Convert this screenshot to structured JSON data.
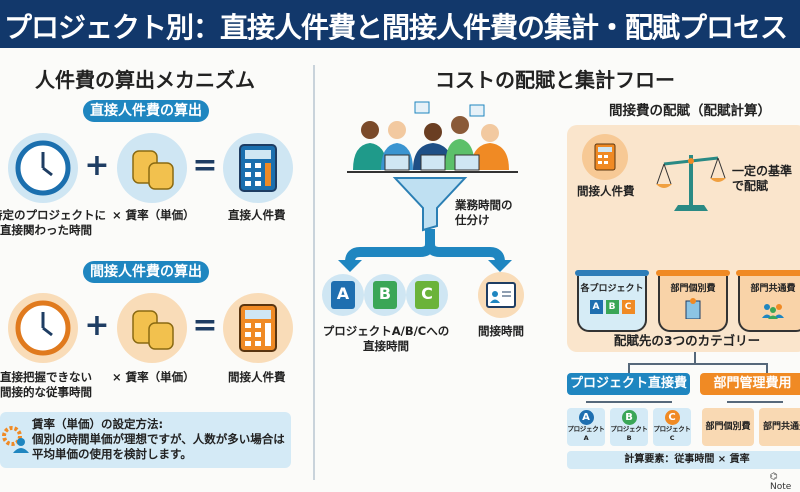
{
  "header": {
    "title": "プロジェクト別：直接人件費と間接人件費の集計・配賦プロセス"
  },
  "left": {
    "title": "人件費の算出メカニズム",
    "direct": {
      "pill": "直接人件費の算出",
      "time_label_1": "特定のプロジェクトに",
      "time_label_2": "直接関わった時間",
      "rate_label": "× 賃率（単価）",
      "result_label": "直接人件費",
      "plus": "+",
      "equals": "="
    },
    "indirect": {
      "pill": "間接人件費の算出",
      "time_label_1": "直接把握できない",
      "time_label_2": "間接的な従事時間",
      "rate_label": "× 賃率（単価）",
      "result_label": "間接人件費",
      "plus": "+",
      "equals": "="
    },
    "note": {
      "line1": "賃率（単価）の設定方法:",
      "line2": "個別の時間単価が理想ですが、人数が多い場合は",
      "line3": "平均単価の使用を検討します。"
    }
  },
  "flow": {
    "title": "コストの配賦と集計フロー",
    "funnel_label_1": "業務時間の",
    "funnel_label_2": "仕分け",
    "books": [
      "A",
      "B",
      "C"
    ],
    "direct_label_1": "プロジェクトA/B/Cへの",
    "direct_label_2": "直接時間",
    "indirect_label": "間接時間"
  },
  "allocation": {
    "title": "間接費の配賦（配賦計算）",
    "source_label": "間接人件費",
    "basis_1": "一定の基準",
    "basis_2": "で配賦",
    "bins": [
      {
        "label": "各プロジェクト",
        "items": [
          "A",
          "B",
          "C"
        ]
      },
      {
        "label": "部門個別費"
      },
      {
        "label": "部門共通費"
      }
    ],
    "categories_caption": "配賦先の3つのカテゴリー",
    "project_direct": {
      "label": "プロジェクト直接費",
      "items": [
        {
          "letter": "A",
          "name": "プロジェクト",
          "sub": "A"
        },
        {
          "letter": "B",
          "name": "プロジェクト",
          "sub": "B"
        },
        {
          "letter": "C",
          "name": "プロジェクト",
          "sub": "C"
        }
      ]
    },
    "dept_admin": {
      "label": "部門管理費用",
      "items": [
        "部門個別費",
        "部門共通費"
      ]
    },
    "formula": "計算要素：従事時間 × 賃率"
  },
  "footer": {
    "brand": "Note"
  },
  "colors": {
    "navy": "#12386b",
    "blue": "#1f86c0",
    "orange": "#f08a24",
    "green": "#3aa657",
    "peach": "#fae5cc",
    "lightblue": "#d4eaf6"
  }
}
